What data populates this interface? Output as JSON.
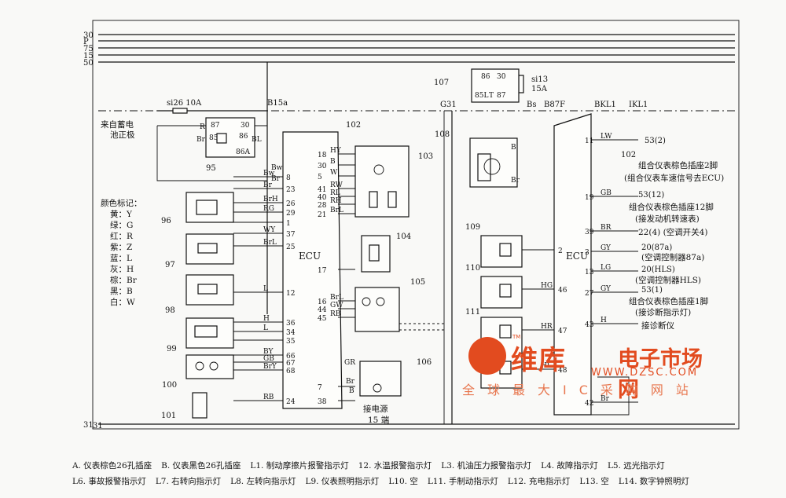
{
  "bus_lines": [
    "30",
    "P",
    "75",
    "15",
    "50",
    "31"
  ],
  "top_labels": {
    "fuse_si26": "si26 10A",
    "b15a": "B15a",
    "battery": "来自蓄电",
    "battery2": "池正极",
    "si13": "si13",
    "si13_rating": "15A",
    "g31": "G31",
    "b87f": "B87F",
    "bkl1": "BKL1",
    "ikl1": "IKL1",
    "bs": "Bs"
  },
  "relay_95": {
    "r": "R",
    "t87": "87",
    "t30": "30",
    "br": "Br",
    "t85": "85",
    "t86": "86",
    "t86a": "86A",
    "bl": "BL",
    "bw": "Bw",
    "brb": "Br"
  },
  "relay_107": {
    "t86": "86",
    "t30": "30",
    "t85l": "85L",
    "t": "T",
    "t87": "87"
  },
  "color_legend": {
    "title": "颜色标记：",
    "items": [
      "黄：Y",
      "绿：G",
      "红：R",
      "紫：Z",
      "蓝：L",
      "灰：H",
      "棕：Br",
      "黑：B",
      "白：W"
    ]
  },
  "components": {
    "c95": "95",
    "c96": "96",
    "c97": "97",
    "c98": "98",
    "c99": "99",
    "c100": "100",
    "c101": "101",
    "c102": "102",
    "c103": "103",
    "c104": "104",
    "c105": "105",
    "c106": "106",
    "c107": "107",
    "c108": "108",
    "c109": "109",
    "c110": "110",
    "c111": "111"
  },
  "ecu_left": {
    "label": "ECU",
    "pins": [
      {
        "pin": "8",
        "wire": "Bw"
      },
      {
        "pin": "23",
        "wire": "Br"
      },
      {
        "pin": "26",
        "wire": "BrH"
      },
      {
        "pin": "29",
        "wire": "RG"
      },
      {
        "pin": "1",
        "wire": ""
      },
      {
        "pin": "37",
        "wire": "WY"
      },
      {
        "pin": "25",
        "wire": "BrL"
      },
      {
        "pin": "12",
        "wire": "L"
      },
      {
        "pin": "36",
        "wire": "H"
      },
      {
        "pin": "34",
        "wire": "L"
      },
      {
        "pin": "35",
        "wire": ""
      },
      {
        "pin": "66",
        "wire": "BY"
      },
      {
        "pin": "67",
        "wire": "GB"
      },
      {
        "pin": "68",
        "wire": "BrY"
      },
      {
        "pin": "24",
        "wire": "RB"
      }
    ],
    "inner_pins": [
      {
        "pin": "18",
        "wire": "HY"
      },
      {
        "pin": "30",
        "wire": "B"
      },
      {
        "pin": "5",
        "wire": "W"
      },
      {
        "pin": "41",
        "wire": "RW"
      },
      {
        "pin": "40",
        "wire": "RL"
      },
      {
        "pin": "28",
        "wire": "RH"
      },
      {
        "pin": "21",
        "wire": "BrL"
      },
      {
        "pin": "17",
        "wire": ""
      },
      {
        "pin": "16",
        "wire": "BrL"
      },
      {
        "pin": "44",
        "wire": "GW"
      },
      {
        "pin": "45",
        "wire": "RB"
      },
      {
        "pin": "7",
        "wire": ""
      },
      {
        "pin": "38",
        "wire": ""
      }
    ]
  },
  "ecu_right": {
    "label": "ECU",
    "pins": [
      {
        "pin": "11",
        "wire": "LW"
      },
      {
        "pin": "19",
        "wire": "GB"
      },
      {
        "pin": "39",
        "wire": "BR"
      },
      {
        "pin": "3",
        "wire": "GY"
      },
      {
        "pin": "13",
        "wire": "LG"
      },
      {
        "pin": "27",
        "wire": "GY"
      },
      {
        "pin": "43",
        "wire": "H"
      },
      {
        "pin": "2",
        "wire": ""
      },
      {
        "pin": "46",
        "wire": "HG"
      },
      {
        "pin": "47",
        "wire": "HR"
      },
      {
        "pin": "48",
        "wire": "HL"
      },
      {
        "pin": "42",
        "wire": "Br"
      }
    ],
    "annotations": [
      {
        "id": "a1",
        "ref": "53(2)"
      },
      {
        "id": "a2",
        "ref": "组合仪表棕色插座2脚",
        "ref2": "(组合仪表车速信号去ECU)"
      },
      {
        "id": "a3",
        "ref": "53(12)",
        "ref2": "组合仪表棕色插座12脚",
        "ref3": "(接发动机转速表)"
      },
      {
        "id": "a4",
        "ref": "22(4) (空调开关4)"
      },
      {
        "id": "a5",
        "ref": "20(87a)",
        "ref2": "(空调控制器87a)"
      },
      {
        "id": "a6",
        "ref": "20(HLS)",
        "ref2": "(空调控制器HLS)"
      },
      {
        "id": "a7",
        "ref": "53(1)",
        "ref2": "组合仪表棕色插座1脚",
        "ref3": "(接诊断指示灯)"
      },
      {
        "id": "a8",
        "ref": "接诊断仪"
      }
    ]
  },
  "bottom": {
    "power": "接电源",
    "power2": "15 端",
    "gr": "GR",
    "b": "B",
    "br": "Br",
    "b31": "31"
  },
  "legend_lines": [
    [
      "A. 仪表棕色26孔插座",
      "B. 仪表黑色26孔插座",
      "L1. 制动摩擦片报警指示灯",
      "12. 水温报警指示灯",
      "L3. 机油压力报警指示灯",
      "L4. 故障指示灯",
      "L5. 远光指示灯"
    ],
    [
      "L6. 事故报警指示灯",
      "L7. 右转向指示灯",
      "L8. 左转向指示灯",
      "L9. 仪表照明指示灯",
      "L10. 空",
      "L11. 手制动指示灯",
      "L12. 充电指示灯",
      "L13. 空",
      "L14. 数字钟照明灯"
    ]
  ],
  "watermark": {
    "brand": "维库",
    "brand2": "电子市场网",
    "url": "WWW.DZSC.COM",
    "sub": "全球最大IC采购网站",
    "tm": "TM"
  }
}
